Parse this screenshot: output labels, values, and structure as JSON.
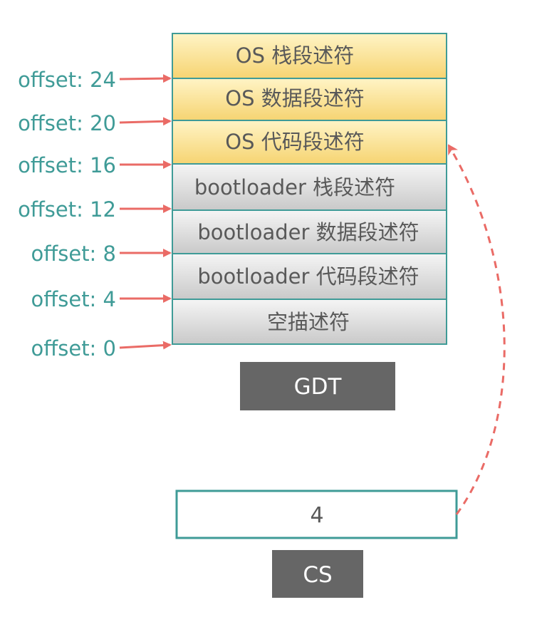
{
  "gdt": {
    "entries": [
      {
        "label": "OS 栈段述符",
        "kind": "os"
      },
      {
        "label": "OS 数据段述符",
        "kind": "os"
      },
      {
        "label": "OS 代码段述符",
        "kind": "os"
      },
      {
        "label": "bootloader 栈段述符",
        "kind": "boot"
      },
      {
        "label": "bootloader 数据段述符",
        "kind": "boot"
      },
      {
        "label": "bootloader 代码段述符",
        "kind": "boot"
      },
      {
        "label": "空描述符",
        "kind": "boot"
      }
    ],
    "label": "GDT"
  },
  "offsets": [
    "offset: 24",
    "offset: 20",
    "offset: 16",
    "offset: 12",
    "offset: 8",
    "offset: 4",
    "offset: 0"
  ],
  "cs": {
    "value": "4",
    "label": "CS"
  },
  "colors": {
    "os_fill_top": "#fff4c6",
    "os_fill_bottom": "#f6d472",
    "boot_fill_top": "#f5f5f5",
    "boot_fill_bottom": "#c9c9c9",
    "border": "#3f9b97",
    "offset_text": "#3f9b97",
    "arrow": "#ea6b66",
    "label_box": "#666666",
    "text": "#595959"
  }
}
